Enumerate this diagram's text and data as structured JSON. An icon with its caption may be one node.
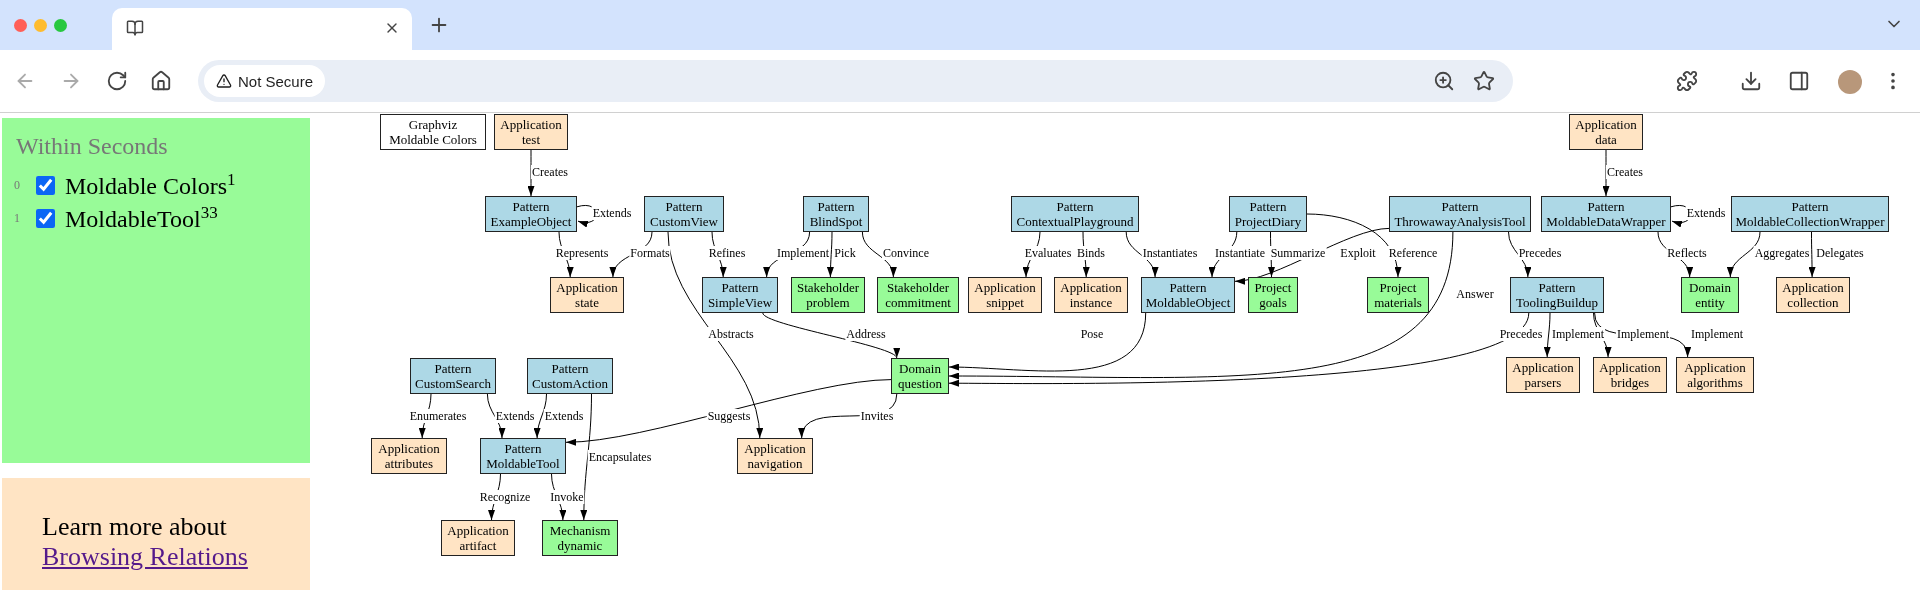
{
  "diagram": {
    "nodes": [
      {
        "text": [
          "Graphviz Moldable Colors"
        ]
      },
      {
        "text": [
          "Application test"
        ]
      },
      {
        "text": [
          "Application data"
        ]
      },
      {
        "text": [
          "Pattern ExampleObject"
        ]
      },
      {
        "text": [
          "Pattern CustomView"
        ]
      },
      {
        "text": [
          "Pattern BlindSpot"
        ]
      },
      {
        "text": [
          "Pattern ContextualPlayground"
        ]
      },
      {
        "text": [
          "Pattern ProjectDiary"
        ]
      },
      {
        "text": [
          "Pattern ThrowawayAnalysisTool"
        ]
      },
      {
        "text": [
          "Pattern MoldableDataWrapper"
        ]
      },
      {
        "text": [
          "Pattern MoldableCollectionWrapper"
        ]
      },
      {
        "text": [
          "Application state"
        ]
      },
      {
        "text": [
          "Pattern SimpleView"
        ]
      },
      {
        "text": [
          "Stakeholder problem"
        ]
      },
      {
        "text": [
          "Stakeholder commitment"
        ]
      },
      {
        "text": [
          "Application snippet"
        ]
      },
      {
        "text": [
          "Application instance"
        ]
      },
      {
        "text": [
          "Pattern MoldableObject"
        ]
      },
      {
        "text": [
          "Project goals"
        ]
      },
      {
        "text": [
          "Project materials"
        ]
      },
      {
        "text": [
          "Pattern ToolingBuildup"
        ]
      },
      {
        "text": [
          "Domain entity"
        ]
      },
      {
        "text": [
          "Application collection"
        ]
      },
      {
        "text": [
          "Pattern CustomSearch"
        ]
      },
      {
        "text": [
          "Pattern CustomAction"
        ]
      },
      {
        "text": [
          "Domain question"
        ]
      },
      {
        "text": [
          "Application parsers"
        ]
      },
      {
        "text": [
          "Application bridges"
        ]
      },
      {
        "text": [
          "Application algorithms"
        ]
      },
      {
        "text": [
          "Application attributes"
        ]
      },
      {
        "text": [
          "Pattern MoldableTool"
        ]
      },
      {
        "text": [
          "Application navigation"
        ]
      },
      {
        "text": [
          "Application artifact"
        ]
      },
      {
        "text": [
          "Mechanism dynamic"
        ]
      }
    ],
    "edges": [
      {
        "from": 1,
        "to": 3,
        "arrow": "to",
        "label": "Creates"
      },
      {
        "from": 3,
        "to": 3,
        "arrow": "to",
        "label": "Extends"
      },
      {
        "from": 3,
        "to": 11,
        "arrow": "to",
        "label": "Represents"
      },
      {
        "from": 4,
        "to": 11,
        "arrow": "to",
        "label": "Formats"
      },
      {
        "from": 4,
        "to": 12,
        "arrow": "to",
        "label": "Refines"
      },
      {
        "from": 4,
        "to": 31,
        "arrow": "to",
        "label": "Abstracts"
      },
      {
        "from": 5,
        "to": 12,
        "arrow": "to",
        "label": "Implement"
      },
      {
        "from": 5,
        "to": 13,
        "arrow": "to",
        "label": "Pick"
      },
      {
        "from": 5,
        "to": 14,
        "arrow": "to",
        "label": "Convince"
      },
      {
        "from": 6,
        "to": 15,
        "arrow": "to",
        "label": "Evaluates"
      },
      {
        "from": 6,
        "to": 16,
        "arrow": "to",
        "label": "Binds"
      },
      {
        "from": 6,
        "to": 17,
        "arrow": "to",
        "label": "Instantiates"
      },
      {
        "from": 7,
        "to": 17,
        "arrow": "to",
        "label": "Instantiate"
      },
      {
        "from": 7,
        "to": 18,
        "arrow": "to",
        "label": "Summarize"
      },
      {
        "from": 7,
        "to": 19,
        "arrow": "to",
        "label": "Reference"
      },
      {
        "from": 8,
        "to": 17,
        "arrow": "to",
        "label": "Exploit"
      },
      {
        "from": 8,
        "to": 25,
        "arrow": "to",
        "label": "Answer"
      },
      {
        "from": 8,
        "to": 20,
        "arrow": "to",
        "label": "Precedes"
      },
      {
        "from": 2,
        "to": 9,
        "arrow": "to",
        "label": "Creates"
      },
      {
        "from": 9,
        "to": 9,
        "arrow": "to",
        "label": "Extends"
      },
      {
        "from": 9,
        "to": 21,
        "arrow": "to",
        "label": "Reflects"
      },
      {
        "from": 10,
        "to": 21,
        "arrow": "to",
        "label": "Aggregates"
      },
      {
        "from": 10,
        "to": 22,
        "arrow": "to",
        "label": "Delegates"
      },
      {
        "from": 12,
        "to": 25,
        "arrow": "to",
        "label": "Address"
      },
      {
        "from": 17,
        "to": 25,
        "arrow": "to",
        "label": "Pose"
      },
      {
        "from": 20,
        "to": 25,
        "arrow": "to",
        "label": "Precedes"
      },
      {
        "from": 20,
        "to": 26,
        "arrow": "to",
        "label": "Implement"
      },
      {
        "from": 20,
        "to": 27,
        "arrow": "to",
        "label": "Implement"
      },
      {
        "from": 20,
        "to": 28,
        "arrow": "to",
        "label": "Implement"
      },
      {
        "from": 23,
        "to": 29,
        "arrow": "to",
        "label": "Enumerates"
      },
      {
        "from": 23,
        "to": 30,
        "arrow": "to",
        "label": "Extends"
      },
      {
        "from": 24,
        "to": 30,
        "arrow": "to",
        "label": "Extends"
      },
      {
        "from": 24,
        "to": 33,
        "arrow": "to",
        "label": "Encapsulates"
      },
      {
        "from": 25,
        "to": 30,
        "arrow": "to",
        "label": "Suggests"
      },
      {
        "from": 25,
        "to": 31,
        "arrow": "to",
        "label": "Invites"
      },
      {
        "from": 30,
        "to": 32,
        "arrow": "to",
        "label": "Recognize"
      },
      {
        "from": 30,
        "to": 33,
        "arrow": "to",
        "label": "Invoke"
      }
    ],
    "labels": [
      "Not Secure",
      "Within Seconds",
      "0",
      "Moldable Colors$^{1}$",
      "1",
      "MoldableTool$^{33}$",
      "Learn more about",
      "Browsing Relations"
    ]
  }
}
